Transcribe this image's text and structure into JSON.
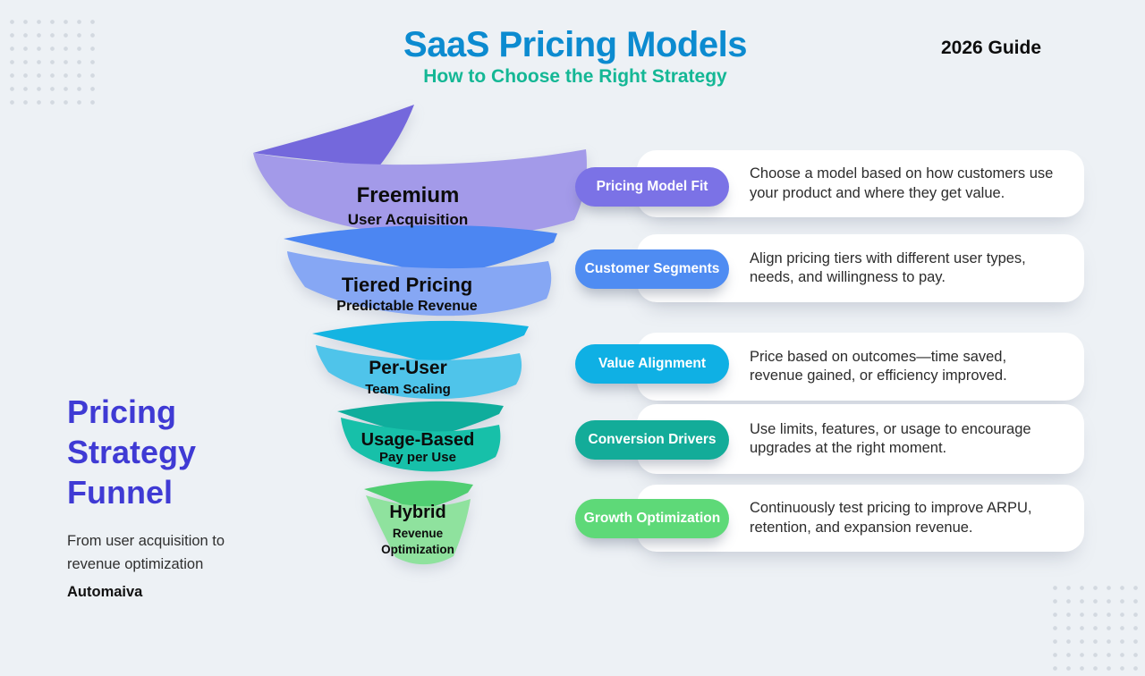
{
  "header": {
    "title": "SaaS Pricing Models",
    "subtitle": "How to Choose the Right Strategy",
    "badge": "2026 Guide"
  },
  "sidebar": {
    "title_lines": [
      "Pricing",
      "Strategy",
      "Funnel"
    ],
    "description": "From user acquisition to revenue optimization",
    "brand": "Automaiva"
  },
  "funnel": {
    "levels": [
      {
        "name": "Freemium",
        "sub": "User Acquisition",
        "back_color": "#7468dc",
        "front_color": "#a39ae9"
      },
      {
        "name": "Tiered Pricing",
        "sub": "Predictable Revenue",
        "back_color": "#4c86f2",
        "front_color": "#86a7f4"
      },
      {
        "name": "Per-User",
        "sub": "Team Scaling",
        "back_color": "#14b4e2",
        "front_color": "#4fc4ea"
      },
      {
        "name": "Usage-Based",
        "sub": "Pay per Use",
        "back_color": "#0fad9c",
        "front_color": "#17c0a9"
      },
      {
        "name": "Hybrid",
        "sub": "Revenue Optimization",
        "back_color": "#50ce72",
        "front_color": "#8fe29e"
      }
    ]
  },
  "cards": [
    {
      "pill": "Pricing Model Fit",
      "pill_color": "#7b72e6",
      "text": "Choose a model based on how customers use your product and where they get value."
    },
    {
      "pill": "Customer Segments",
      "pill_color": "#4f8cf2",
      "text": "Align pricing tiers with different user types, needs, and willingness to pay."
    },
    {
      "pill": "Value Alignment",
      "pill_color": "#0fb0e4",
      "text": "Price based on outcomes—time saved, revenue gained, or efficiency improved."
    },
    {
      "pill": "Conversion Drivers",
      "pill_color": "#13ac99",
      "text": "Use limits, features, or usage to encourage upgrades at the right moment."
    },
    {
      "pill": "Growth Optimization",
      "pill_color": "#5ed978",
      "text": "Continuously test pricing to improve ARPU, retention, and expansion revenue."
    }
  ],
  "colors": {
    "background": "#edf1f5",
    "title_blue": "#0c8bd0",
    "subtitle_teal": "#14b795",
    "side_title_violet": "#3f3ad4",
    "dot_gray": "#d3d9e0"
  }
}
